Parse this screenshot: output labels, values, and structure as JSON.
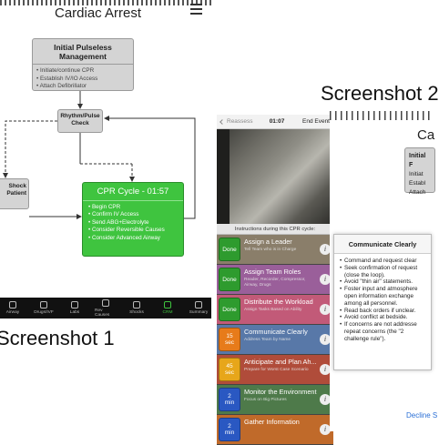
{
  "screenshot1": {
    "title": "Cardiac Arrest",
    "initial_box": {
      "title": "Initial Pulseless Management",
      "items": [
        "Initiate/continue CPR",
        "Establish IV/IO Access",
        "Attach Defibrillator"
      ]
    },
    "rhythm_box": {
      "line1": "Rhythm/Pulse",
      "line2": "Check"
    },
    "shock_box": {
      "line1": "Shock",
      "line2": "Patient"
    },
    "cpr_box": {
      "title": "CPR Cycle - 01:57",
      "items": [
        "Begin CPR",
        "Confirm IV Access",
        "Send ABG+Electrolyte",
        "Consider Reversible Causes",
        "Consider Advanced Airway"
      ]
    },
    "toolbar": [
      {
        "label": "Airway",
        "icon": "airway-icon"
      },
      {
        "label": "Drugs/IVF",
        "icon": "drugs-icon"
      },
      {
        "label": "Labs",
        "icon": "labs-icon"
      },
      {
        "label": "Rev Causes",
        "icon": "rev-causes-icon"
      },
      {
        "label": "Shocks",
        "icon": "shocks-icon"
      },
      {
        "label": "CRM",
        "icon": "crm-icon"
      },
      {
        "label": "Summary",
        "icon": "summary-icon"
      }
    ],
    "colors": {
      "green": "#3fc43f",
      "grey_box": "#d4d4d4"
    }
  },
  "caption1": "Screenshot 1",
  "caption2": "Screenshot 2",
  "screenshot2": {
    "nav": {
      "back": "Reassess",
      "time": "01:07",
      "end": "End Event"
    },
    "instructions_label": "Instructions during this CPR cycle:",
    "tasks": [
      {
        "badge": "Done",
        "title": "Assign a Leader",
        "sub": "Tell Team who is in Charge",
        "badge_color": "#2e9b2e",
        "bg": "#8a7e6a"
      },
      {
        "badge": "Done",
        "title": "Assign Team Roles",
        "sub": "Reader, Recorder, Compressor, Airway, Drugs",
        "badge_color": "#2e9b2e",
        "bg": "#9a5f9a"
      },
      {
        "badge": "Done",
        "title": "Distribute the Workload",
        "sub": "Assign Tasks Based on Ability",
        "badge_color": "#2e9b2e",
        "bg": "#c25a78"
      },
      {
        "badge": "15\nsec",
        "title": "Communicate Clearly",
        "sub": "Address Team by Name",
        "badge_color": "#e77b1a",
        "bg": "#5878a8"
      },
      {
        "badge": "45\nsec",
        "title": "Anticipate and Plan Ah...",
        "sub": "Prepare for Worst Case Scenario",
        "badge_color": "#e7a61a",
        "bg": "#b04c3a"
      },
      {
        "badge": "2\nmin",
        "title": "Monitor the Environment",
        "sub": "Focus on Big Pictures",
        "badge_color": "#2a58c2",
        "bg": "#4e7a4a"
      },
      {
        "badge": "2\nmin",
        "title": "Gather Information",
        "sub": "",
        "badge_color": "#2a58c2",
        "bg": "#c06a2a"
      }
    ],
    "ipad_title": "Ca",
    "greybox": {
      "line1": "Initial F",
      "line2": "Initiat",
      "line3": "Establ",
      "line4": "Attach"
    },
    "modal": {
      "title": "Communicate Clearly",
      "items": [
        {
          "text": "Command and request clear",
          "cont": false
        },
        {
          "text": "Seek confirmation of request",
          "cont": false
        },
        {
          "text": "(close the loop).",
          "cont": true
        },
        {
          "text": "Avoid \"thin air\" statements.",
          "cont": false
        },
        {
          "text": "Foster input and atmosphere",
          "cont": false
        },
        {
          "text": "open information exchange",
          "cont": true
        },
        {
          "text": "among all personnel.",
          "cont": true
        },
        {
          "text": "Read back orders if unclear.",
          "cont": false
        },
        {
          "text": "Avoid conflict at bedside.",
          "cont": false
        },
        {
          "text": "If concerns are not addresse",
          "cont": false
        },
        {
          "text": "repeat concerns (the \"2",
          "cont": true
        },
        {
          "text": "challenge rule\").",
          "cont": true
        }
      ]
    },
    "decline": "Decline S"
  }
}
